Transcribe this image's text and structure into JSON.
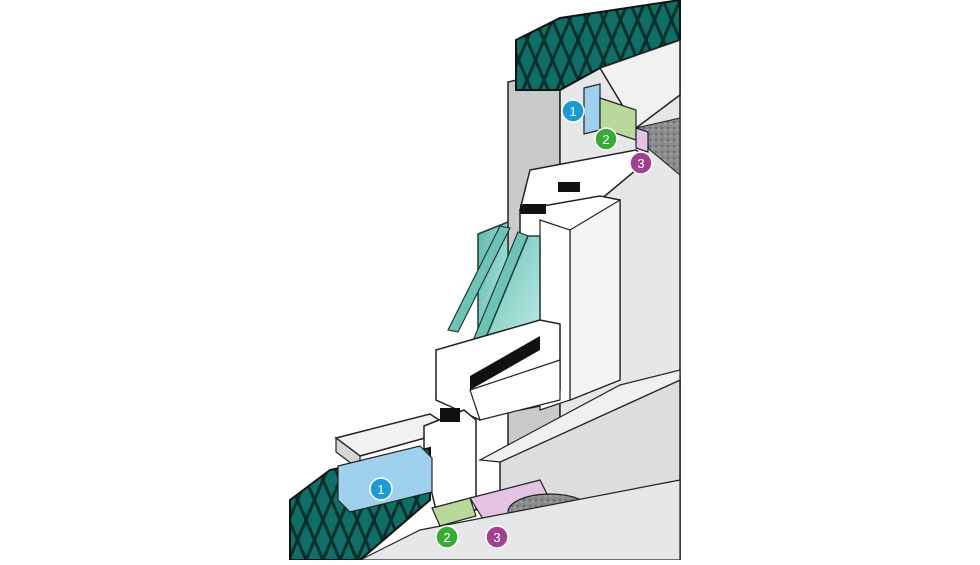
{
  "diagram": {
    "callouts": [
      {
        "id": "c1-top",
        "label": "1",
        "color": "#1b9ad6"
      },
      {
        "id": "c2-top",
        "label": "2",
        "color": "#3aa935"
      },
      {
        "id": "c3-top",
        "label": "3",
        "color": "#a0418f"
      },
      {
        "id": "c1-bottom",
        "label": "1",
        "color": "#1b9ad6"
      },
      {
        "id": "c2-bottom",
        "label": "2",
        "color": "#3aa935"
      },
      {
        "id": "c3-bottom",
        "label": "3",
        "color": "#a0418f"
      }
    ],
    "colors": {
      "insulation": "#0f6e66",
      "insulation_line": "#06302c",
      "tape_blue": "#9fd0ee",
      "tape_green": "#b8d99a",
      "tape_purple": "#e4c2e2",
      "glass": "#7fcfc4",
      "wall_gray": "#d9dadb",
      "render": "#8f9091"
    }
  }
}
